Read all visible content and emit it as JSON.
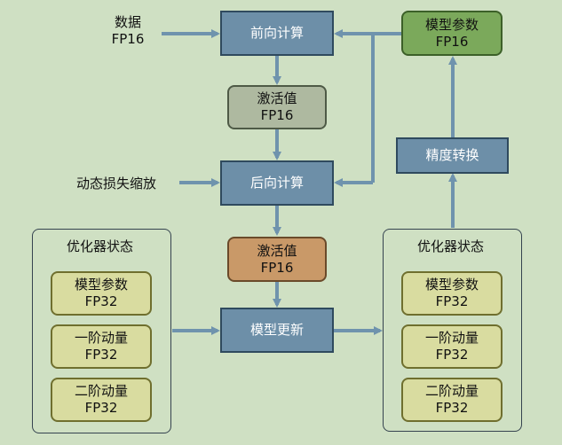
{
  "inputs": {
    "data": {
      "name": "数据",
      "format": "FP16"
    },
    "loss_scaling": "动态损失缩放"
  },
  "nodes": {
    "forward": "前向计算",
    "activation_fwd": {
      "name": "激活值",
      "format": "FP16"
    },
    "backward": "后向计算",
    "activation_bwd": {
      "name": "激活值",
      "format": "FP16"
    },
    "update": "模型更新",
    "model_params_fp16": {
      "name": "模型参数",
      "format": "FP16"
    },
    "precision_convert": "精度转换"
  },
  "optimizer_left": {
    "title": "优化器状态",
    "items": [
      {
        "name": "模型参数",
        "format": "FP32"
      },
      {
        "name": "一阶动量",
        "format": "FP32"
      },
      {
        "name": "二阶动量",
        "format": "FP32"
      }
    ]
  },
  "optimizer_right": {
    "title": "优化器状态",
    "items": [
      {
        "name": "模型参数",
        "format": "FP32"
      },
      {
        "name": "一阶动量",
        "format": "FP32"
      },
      {
        "name": "二阶动量",
        "format": "FP32"
      }
    ]
  },
  "colors": {
    "background": "#cfe0c3",
    "operation": "#6d8fa8",
    "fp16_params": "#7ba95b",
    "activation_fwd": "#aeb9a0",
    "activation_bwd": "#c99968",
    "optimizer_state": "#d9dca0",
    "arrow": "#6f93ad"
  }
}
